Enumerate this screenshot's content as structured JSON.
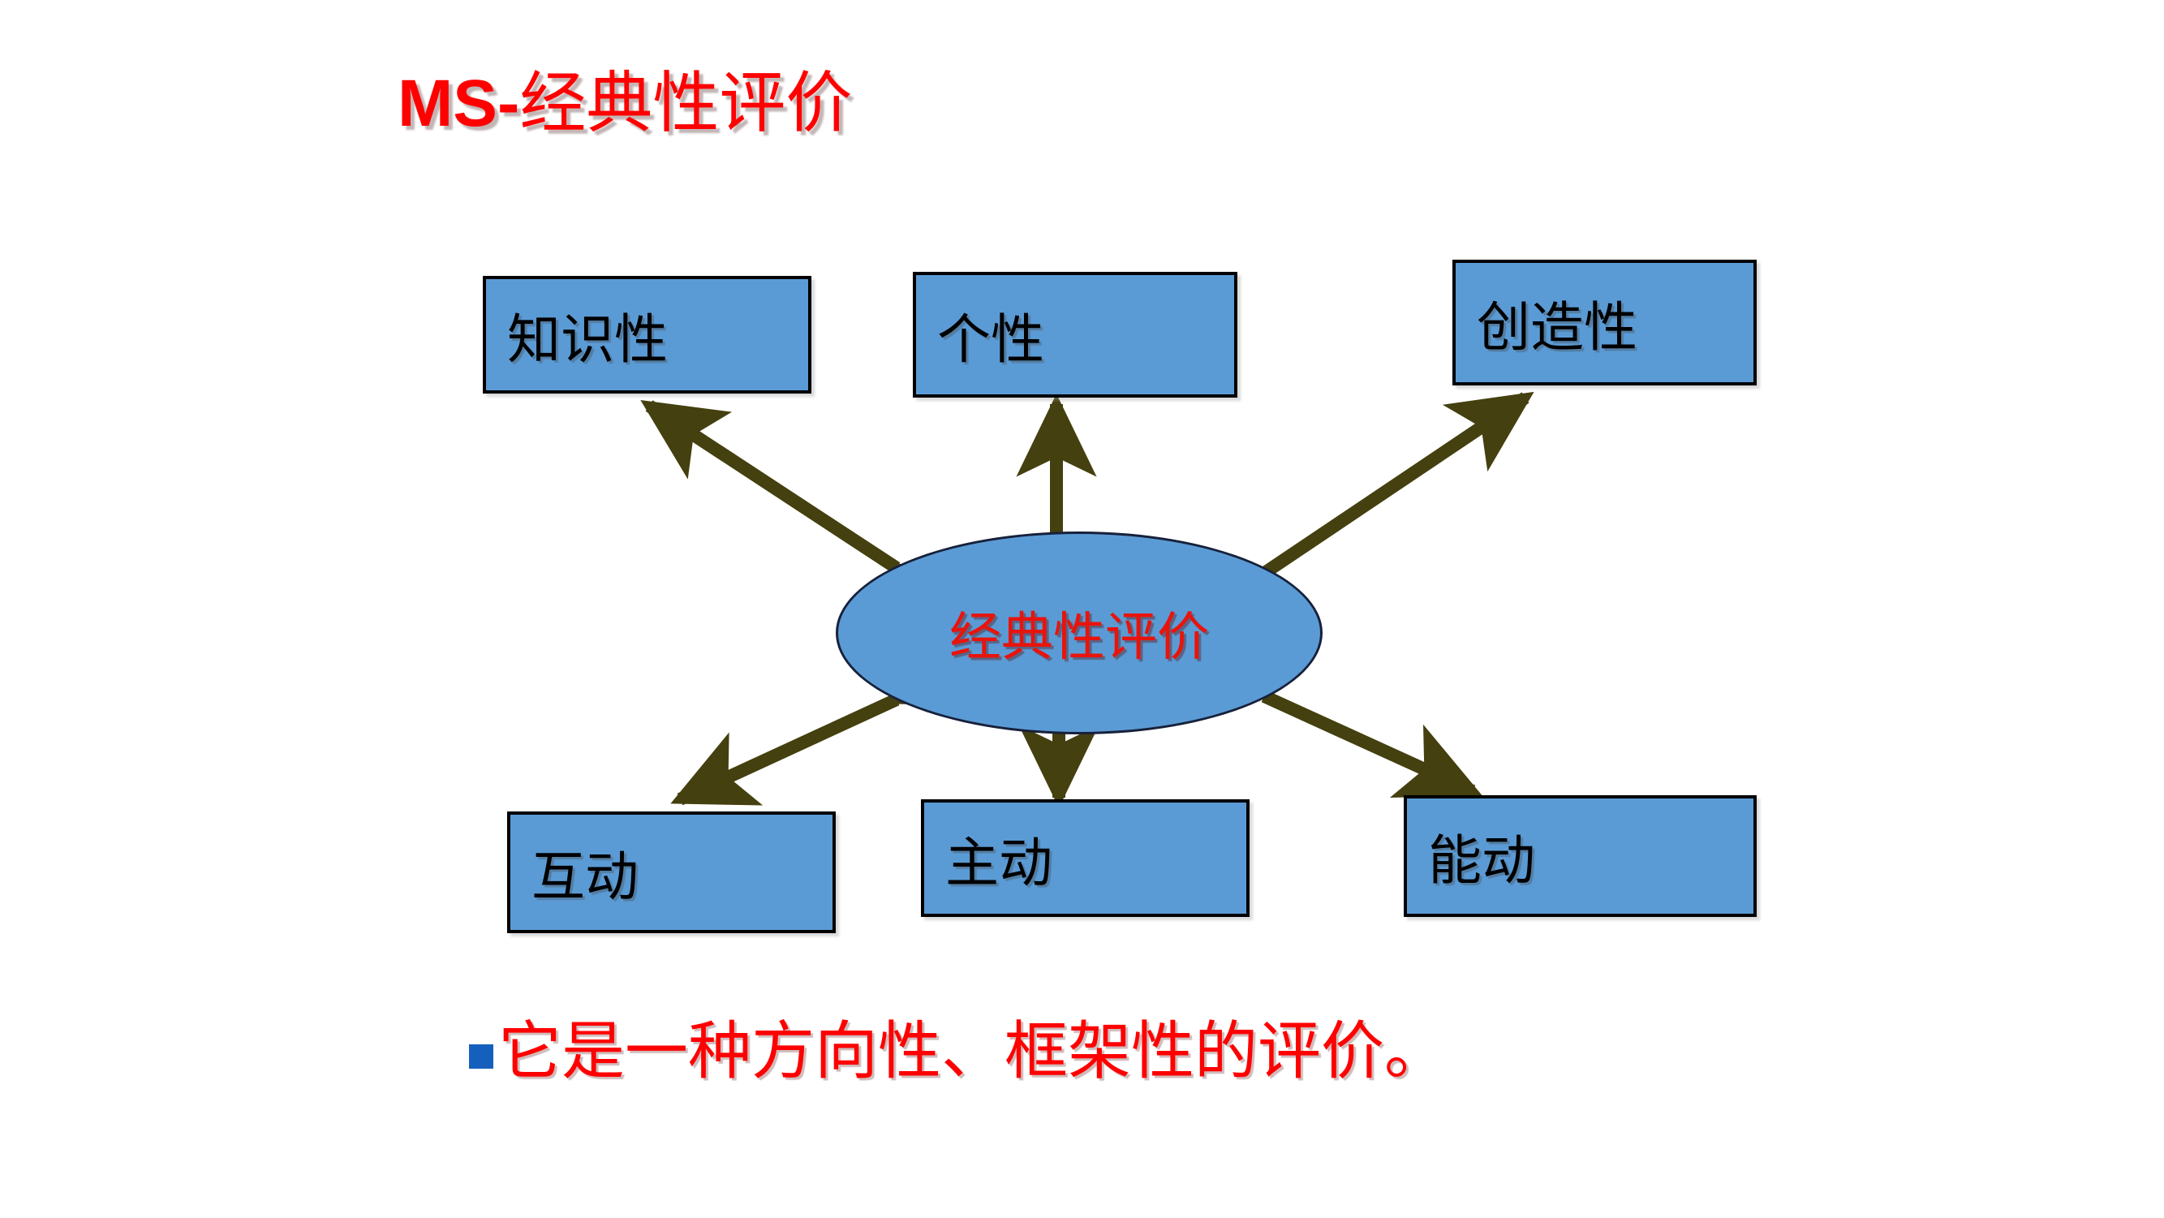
{
  "slide": {
    "title_latin": "MS-",
    "title_han": "经典性评价",
    "title_color": "#FF0000",
    "background_color": "#FFFFFF"
  },
  "diagram": {
    "type": "radial-hub-and-spoke",
    "center": {
      "label": "经典性评价",
      "shape": "ellipse",
      "fill_color": "#5B9BD5",
      "outline_color": "#17213B",
      "text_color": "#E8140C"
    },
    "node_fill_color": "#5B9BD5",
    "node_outline_color": "#000000",
    "node_text_color": "#000000",
    "connector_color": "#44400F",
    "nodes": [
      {
        "id": "zhishixing",
        "label": "知识性",
        "position": "top-left",
        "arrow": "bidirectional"
      },
      {
        "id": "gexing",
        "label": "个性",
        "position": "top-center",
        "arrow": "outward"
      },
      {
        "id": "chuangzao",
        "label": "创造性",
        "position": "top-right",
        "arrow": "outward"
      },
      {
        "id": "hudong",
        "label": "互动",
        "position": "bottom-left",
        "arrow": "bidirectional"
      },
      {
        "id": "zhudong",
        "label": "主动",
        "position": "bottom-center",
        "arrow": "outward"
      },
      {
        "id": "nengdong",
        "label": "能动",
        "position": "bottom-right",
        "arrow": "outward"
      }
    ]
  },
  "bullet": {
    "marker": "square-bullet",
    "marker_color": "#1560BD",
    "text": "它是一种方向性、框架性的评价。",
    "text_color": "#FF0000"
  }
}
